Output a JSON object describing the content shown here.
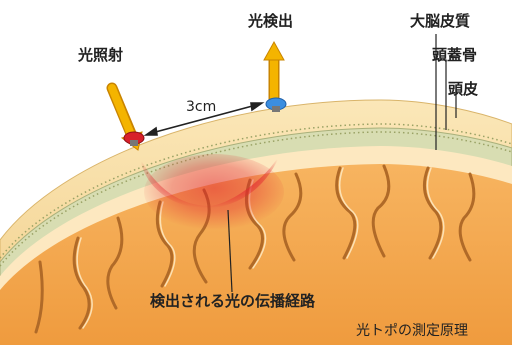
{
  "labels": {
    "light_emit": "光照射",
    "light_detect": "光検出",
    "distance": "3cm",
    "cortex": "大脳皮質",
    "skull": "頭蓋骨",
    "scalp": "頭皮",
    "path": "検出される光の伝播経路"
  },
  "caption": "光トポの測定原理",
  "colors": {
    "scalp": "#f6dca0",
    "skull": "#d8ddb2",
    "brain": "#f3a447",
    "sulcus": "#b06a28",
    "csf": "#fde8c0",
    "emitter_arrow": "#f4b400",
    "emitter_probe": "#d8202a",
    "detector_probe": "#3b8ee0",
    "light_path": "#e01a2a"
  }
}
